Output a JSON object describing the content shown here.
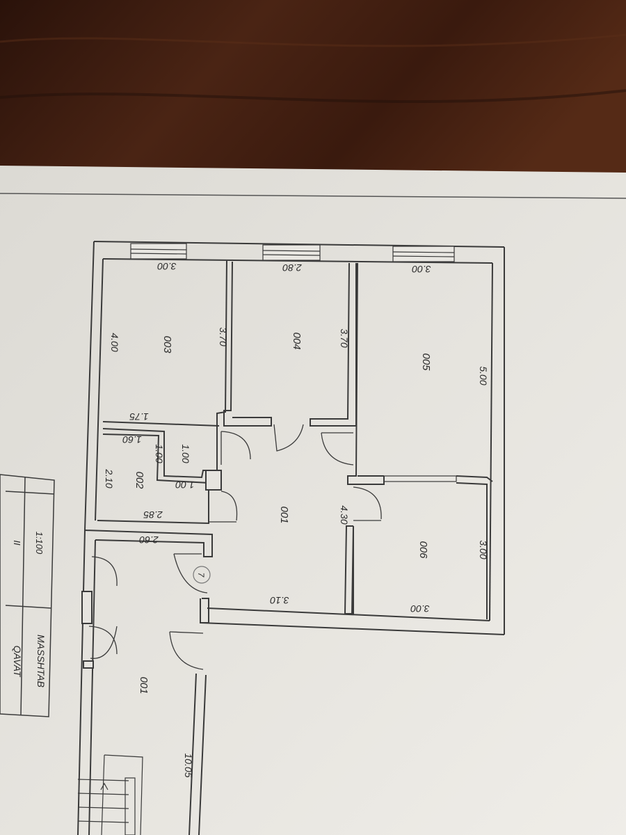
{
  "colors": {
    "table_wood": "#3a1c10",
    "paper": "#e6e4df",
    "line": "#3a3a3a"
  },
  "rooms": {
    "r003": "003",
    "r004": "004",
    "r005": "005",
    "r002": "002",
    "r001_main": "001",
    "r006": "006",
    "r001_stair": "001"
  },
  "dimensions": {
    "d003_w": "3.00",
    "d004_w": "2.80",
    "d005_w": "3.00",
    "d003_h": "4.00",
    "d003_h2": "3.70",
    "d004_h": "3.70",
    "d005_h": "5.00",
    "d_175": "1.75",
    "d_160": "1.60",
    "d_100a": "1.00",
    "d_100b": "1.00",
    "d_100c": "1.00",
    "d_210": "2.10",
    "d_285": "2.85",
    "d_260": "2.60",
    "d_430": "4.30",
    "d_310": "3.10",
    "d006_w": "3.00",
    "d006_h": "3.00",
    "d_1005": "10.05"
  },
  "marker": "7",
  "title_block": {
    "floor_label": "QAVAT",
    "floor_value": "II",
    "scale_label": "MASSHTAB",
    "scale_value": "1:100"
  }
}
